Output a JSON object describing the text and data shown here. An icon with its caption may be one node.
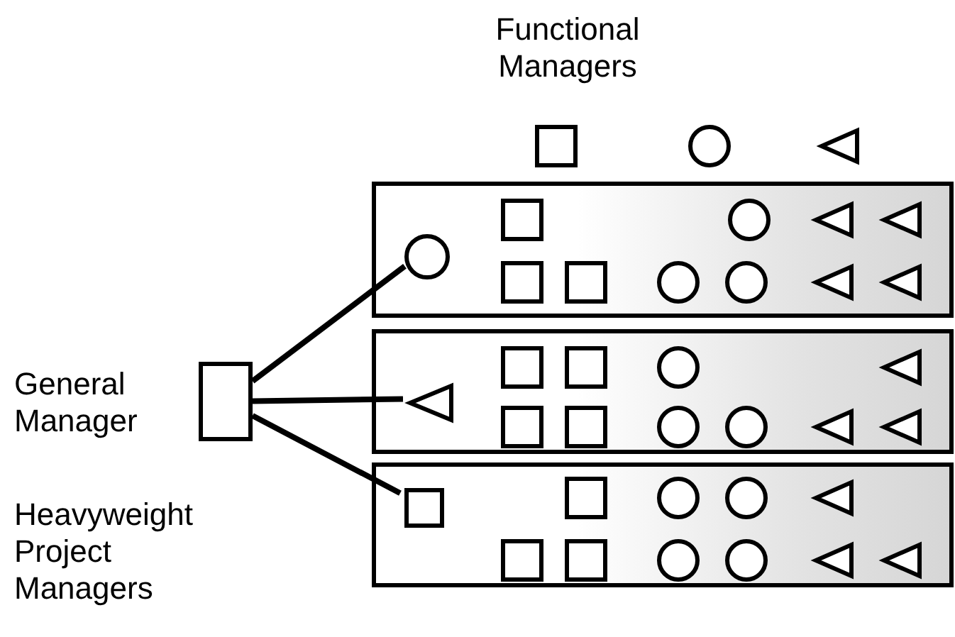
{
  "diagram": {
    "nodes": [
      {
        "text": [],
        "shape": "box"
      },
      {
        "text": [],
        "shape": "circle"
      },
      {
        "text": [],
        "shape": "triangle"
      },
      {
        "text": [],
        "shape": "band"
      },
      {
        "text": [],
        "shape": "circle",
        "in": 3
      },
      {
        "text": [],
        "shape": "box",
        "in": 3
      },
      {
        "text": [],
        "shape": "circle",
        "in": 3
      },
      {
        "text": [],
        "shape": "triangle",
        "in": 3
      },
      {
        "text": [],
        "shape": "triangle",
        "in": 3
      },
      {
        "text": [],
        "shape": "box",
        "in": 3
      },
      {
        "text": [],
        "shape": "box",
        "in": 3
      },
      {
        "text": [],
        "shape": "circle",
        "in": 3
      },
      {
        "text": [],
        "shape": "circle",
        "in": 3
      },
      {
        "text": [],
        "shape": "triangle",
        "in": 3
      },
      {
        "text": [],
        "shape": "triangle",
        "in": 3
      },
      {
        "text": [],
        "shape": "box",
        "beside": [
          "General Manager"
        ]
      },
      {
        "text": [],
        "shape": "band"
      },
      {
        "text": [],
        "shape": "triangle",
        "in": 16
      },
      {
        "text": [],
        "shape": "box",
        "in": 16
      },
      {
        "text": [],
        "shape": "box",
        "in": 16
      },
      {
        "text": [],
        "shape": "circle",
        "in": 16
      },
      {
        "text": [],
        "shape": "triangle",
        "in": 16
      },
      {
        "text": [],
        "shape": "box",
        "in": 16
      },
      {
        "text": [],
        "shape": "box",
        "in": 16
      },
      {
        "text": [],
        "shape": "circle",
        "in": 16
      },
      {
        "text": [],
        "shape": "circle",
        "in": 16
      },
      {
        "text": [],
        "shape": "triangle",
        "in": 16
      },
      {
        "text": [],
        "shape": "triangle",
        "in": 16
      },
      {
        "text": [],
        "shape": "band"
      },
      {
        "text": [],
        "shape": "box",
        "in": 28
      },
      {
        "text": [],
        "shape": "box",
        "in": 28
      },
      {
        "text": [],
        "shape": "circle",
        "in": 28
      },
      {
        "text": [],
        "shape": "circle",
        "in": 28
      },
      {
        "text": [],
        "shape": "triangle",
        "in": 28
      },
      {
        "text": [],
        "shape": "box",
        "in": 28
      },
      {
        "text": [],
        "shape": "box",
        "in": 28
      },
      {
        "text": [],
        "shape": "circle",
        "in": 28
      },
      {
        "text": [],
        "shape": "circle",
        "in": 28
      },
      {
        "text": [],
        "shape": "triangle",
        "in": 28
      },
      {
        "text": [],
        "shape": "triangle",
        "in": 28
      }
    ],
    "edges": [
      {
        "from": 15,
        "to": 4,
        "arrow": "none"
      },
      {
        "from": 15,
        "to": 17,
        "arrow": "none"
      },
      {
        "from": 15,
        "to": 29,
        "arrow": "none"
      }
    ],
    "labels": [
      "Functional Managers",
      "Heavyweight Project Managers"
    ]
  }
}
